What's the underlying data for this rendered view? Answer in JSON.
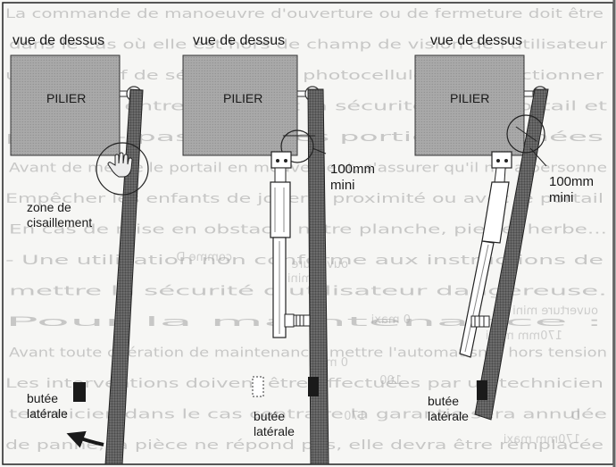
{
  "panels": [
    {
      "title": "vue de dessus",
      "pillar_label": "PILIER",
      "zone_label": "zone de\ncisaillement",
      "stop_label": "butée\nlatérale"
    },
    {
      "title": "vue de dessus",
      "pillar_label": "PILIER",
      "distance_label": "100mm\nmini",
      "stop_label": "butée\nlatérale"
    },
    {
      "title": "vue de dessus",
      "pillar_label": "PILIER",
      "distance_label": "100mm\nmini",
      "stop_label": "butée\nlatérale"
    }
  ],
  "bleed_through": [
    "La commande de manoeuvre d'ouverture ou de fermeture doit être",
    "dans le cas où elle est hors de champ de vision de l'utilisateur",
    "un dispositif de sécurité type photocellule. Bien fonctionner",
    "distances entre le fond et la sécurité sur le portail et",
    "portail - pas dans les portions fermées",
    "Avant de mettre le portail en mouvement, s'assurer qu'il n'y a personne",
    "Empêcher les enfants de jouer à proximité ou avec le portail",
    "En cas de mise en obstacle notre planche, pierre, herbe...",
    "- Une utilisation non conforme aux instructions de",
    "mettre la sécurité d'utilisateur dangereuse.",
    "Pour la maintenance :",
    "Avant toute opération de maintenance, mettre l'automatisme hors tension",
    "Les interventions doivent être effectuées par un technicien",
    "technicien dans le cas contraire la garantie sera annulée",
    "de panne, la pièce ne répond pas, elle devra être remplacée",
    "comme D",
    "ouverture",
    "mini",
    "0 maxi",
    "ouverture mini",
    "170mm maxi",
    "0 maxi",
    "100",
    "170",
    "D",
    "170mm maxi"
  ]
}
